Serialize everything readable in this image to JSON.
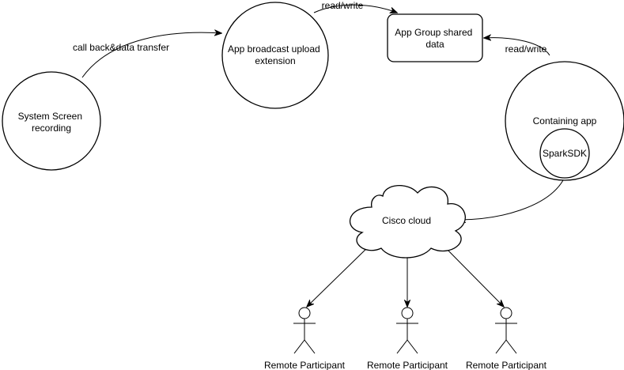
{
  "nodes": {
    "system_screen": {
      "lines": [
        "System Screen",
        "recording"
      ]
    },
    "upload_extension": {
      "lines": [
        "App broadcast upload",
        "extension"
      ]
    },
    "shared_data": {
      "lines": [
        "App Group shared",
        "data"
      ]
    },
    "containing_app": {
      "lines": [
        "Containing app"
      ]
    },
    "spark_sdk": {
      "lines": [
        "SparkSDK"
      ]
    },
    "cisco_cloud": {
      "lines": [
        "Cisco cloud"
      ]
    }
  },
  "edges": {
    "callback_label": "call back&data transfer",
    "readwrite_left_label": "read/write",
    "readwrite_right_label": "read/write"
  },
  "actors": [
    {
      "label": "Remote Participant"
    },
    {
      "label": "Remote Participant"
    },
    {
      "label": "Remote Participant"
    }
  ]
}
